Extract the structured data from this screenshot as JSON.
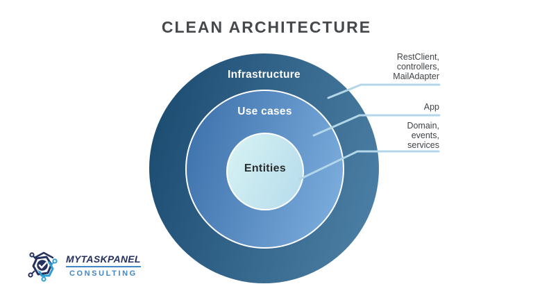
{
  "title": "CLEAN ARCHITECTURE",
  "diagram": {
    "type": "concentric-circles",
    "layers": [
      {
        "label": "Infrastructure",
        "annotation": "RestClient, controllers, MailAdapter",
        "fill_from": "#1c4b70",
        "fill_to": "#4d80a6",
        "text_color": "#ffffff"
      },
      {
        "label": "Use cases",
        "annotation": "App",
        "fill_from": "#3e72ab",
        "fill_to": "#7cadde",
        "text_color": "#ffffff"
      },
      {
        "label": "Entities",
        "annotation": "Domain, events, services",
        "fill_from": "#d4f1f3",
        "fill_to": "#b7dcec",
        "text_color": "#292b2d"
      }
    ],
    "connector_color": "#b3d7e8"
  },
  "annotations": [
    {
      "target": "Infrastructure",
      "lines": [
        "RestClient,",
        "controllers,",
        "MailAdapter"
      ]
    },
    {
      "target": "Use cases",
      "lines": [
        "App"
      ]
    },
    {
      "target": "Entities",
      "lines": [
        "Domain,",
        "events,",
        "services"
      ]
    }
  ],
  "logo": {
    "brand": "MYTASKPANEL",
    "subtitle": "CONSULTING",
    "brand_color": "#27315f",
    "subtitle_color": "#4186c6"
  }
}
